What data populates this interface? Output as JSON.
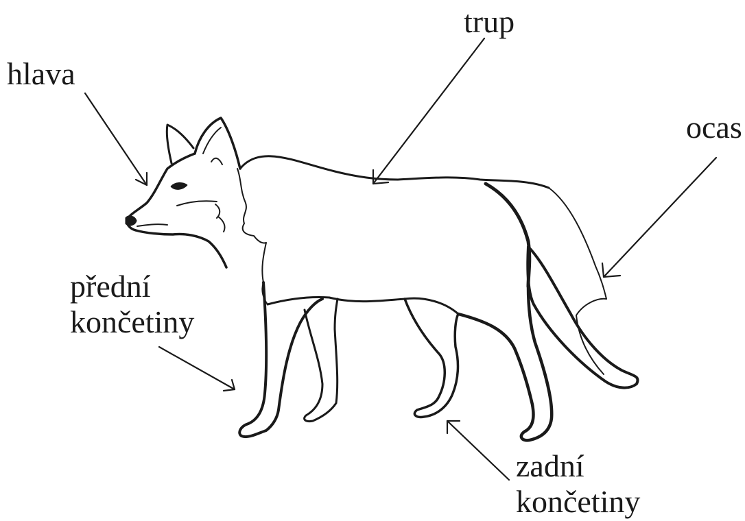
{
  "diagram": {
    "labels": {
      "head": "hlava",
      "trunk": "trup",
      "tail": "ocas",
      "front_limbs": [
        "přední",
        "končetiny"
      ],
      "hind_limbs": [
        "zadní",
        "končetiny"
      ]
    },
    "colors": {
      "ink": "#1a1a1a",
      "background": "#ffffff"
    }
  }
}
